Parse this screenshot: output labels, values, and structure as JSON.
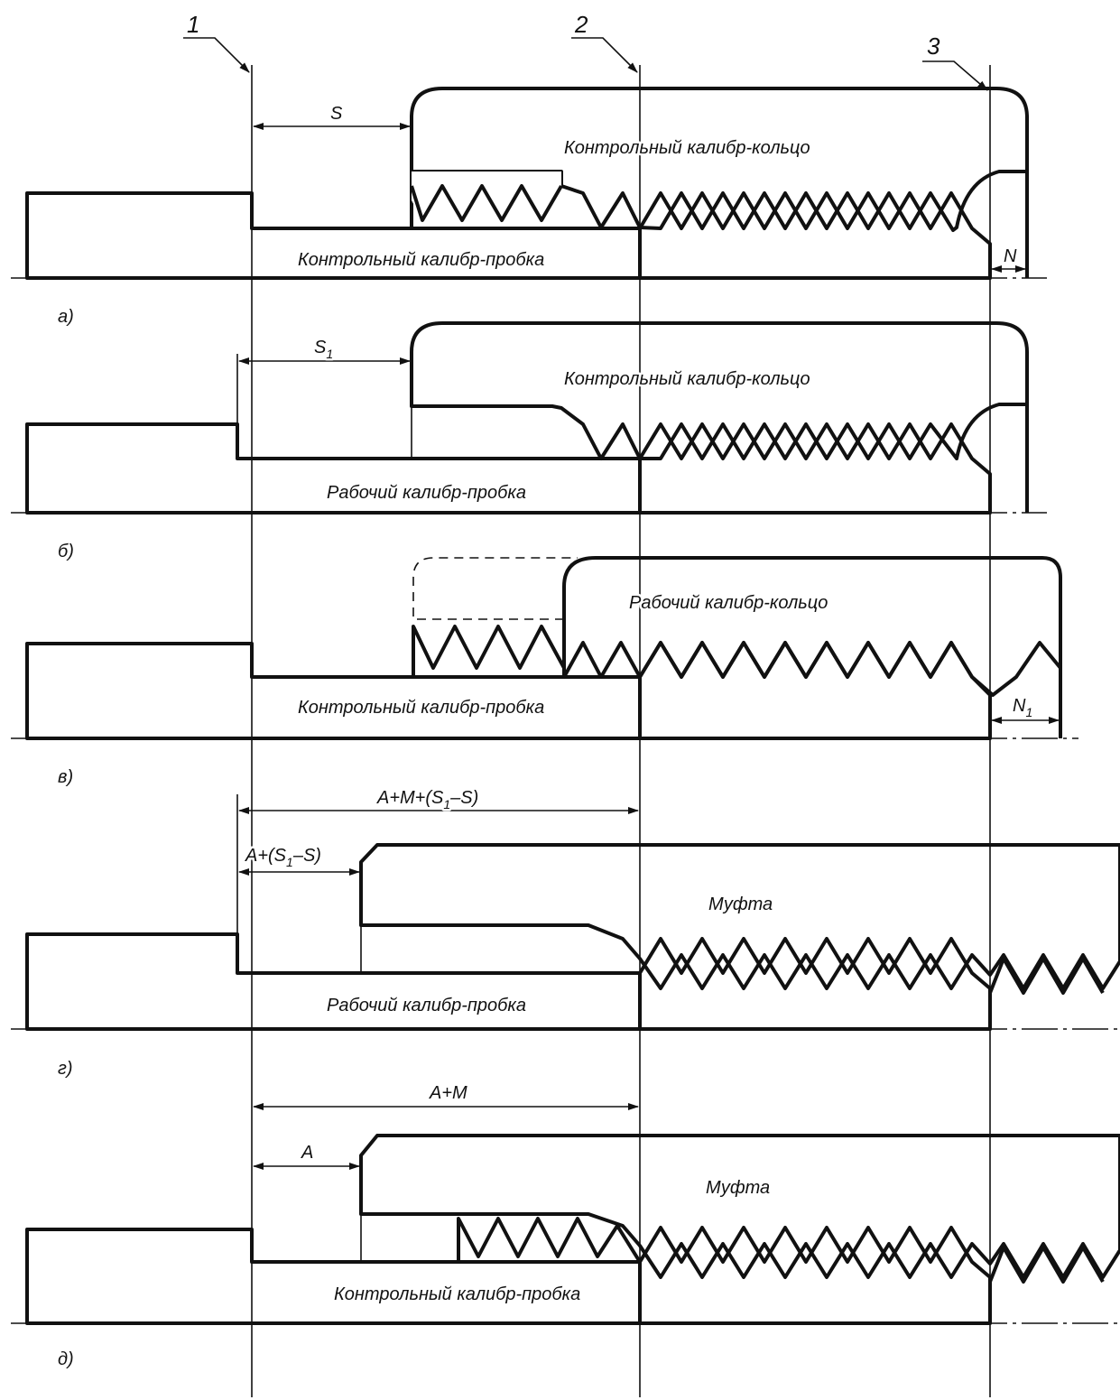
{
  "markers": [
    "1",
    "2",
    "3"
  ],
  "views": {
    "a": {
      "letter": "а)",
      "ring_label": "Контрольный калибр-кольцо",
      "plug_label": "Контрольный калибр-пробка",
      "dim_s": "S",
      "dim_n": "N"
    },
    "b": {
      "letter": "б)",
      "ring_label": "Контрольный калибр-кольцо",
      "plug_label": "Рабочий калибр-пробка",
      "dim_s1_main": "S",
      "dim_s1_sub": "1"
    },
    "v": {
      "letter": "в)",
      "ring_label": "Рабочий калибр-кольцо",
      "plug_label": "Контрольный калибр-пробка",
      "dim_n1_main": "N",
      "dim_n1_sub": "1"
    },
    "g": {
      "letter": "г)",
      "coupling_label": "Муфта",
      "plug_label": "Рабочий калибр-пробка",
      "dim_total_pre": "A+M+(S",
      "dim_total_sub": "1",
      "dim_total_post": "–S)",
      "dim_inner_pre": "A+(S",
      "dim_inner_sub": "1",
      "dim_inner_post": "–S)"
    },
    "d": {
      "letter": "д)",
      "coupling_label": "Муфта",
      "plug_label": "Контрольный калибр-пробка",
      "dim_total": "A+M",
      "dim_inner": "A"
    }
  }
}
